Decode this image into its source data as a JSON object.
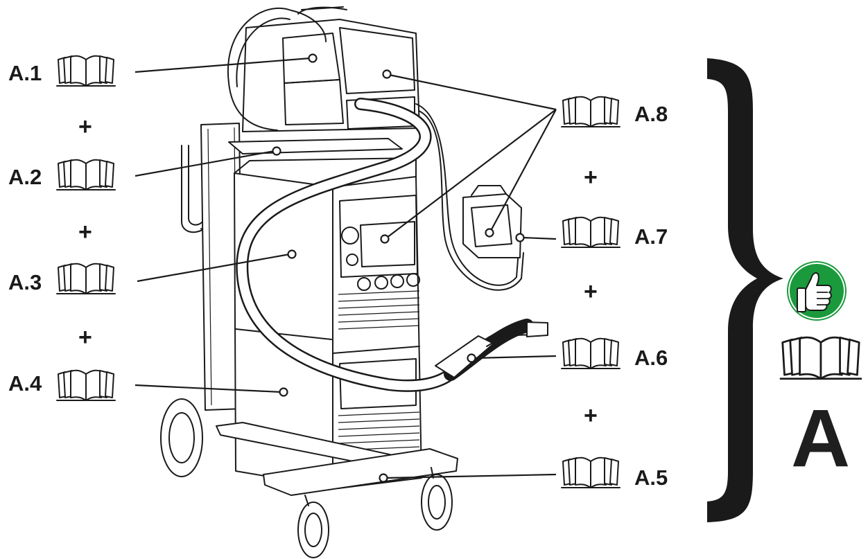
{
  "items": [
    {
      "id": "A.1"
    },
    {
      "id": "A.2"
    },
    {
      "id": "A.3"
    },
    {
      "id": "A.4"
    },
    {
      "id": "A.5"
    },
    {
      "id": "A.6"
    },
    {
      "id": "A.7"
    },
    {
      "id": "A.8"
    }
  ],
  "plus_sign": "+",
  "summary": {
    "letter": "A",
    "badge_color": "#1a9a3c",
    "icon": "thumbs-up-icon"
  },
  "icons": {
    "manual": "manual-book-icon",
    "bracket": "curly-bracket"
  }
}
